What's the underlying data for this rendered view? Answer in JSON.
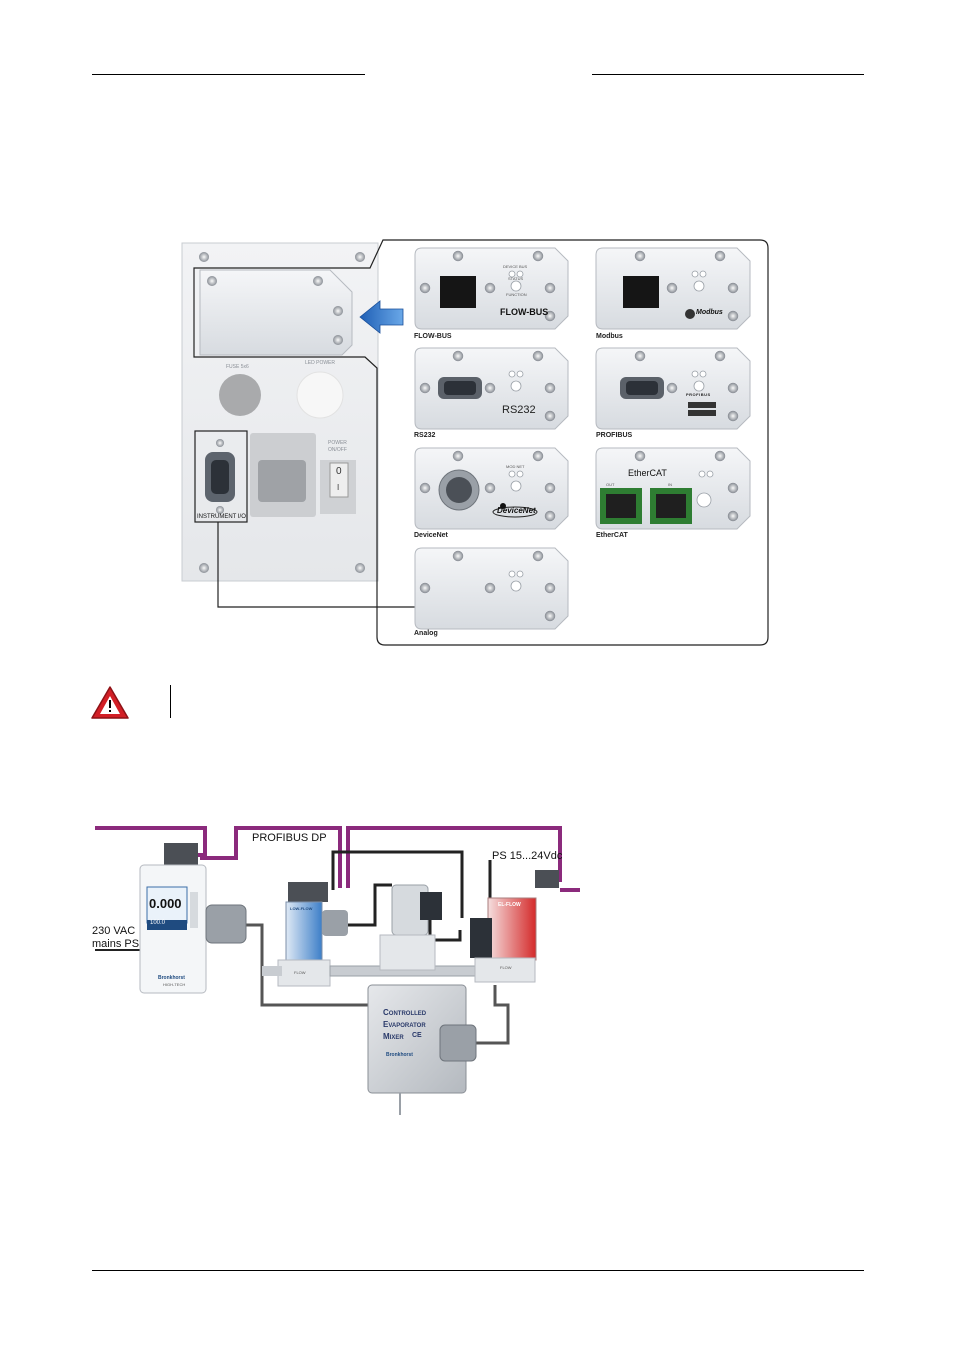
{
  "panel": {
    "fuse_label": "FUSE 5x6",
    "led_label": "LED POWER",
    "power_label": "POWER ON/OFF",
    "switch_on": "0",
    "switch_off": "I",
    "io_label": "INSTRUMENT I/O"
  },
  "modules": [
    {
      "caption": "FLOW-BUS",
      "logo": "FLOW-BUS"
    },
    {
      "caption": "Modbus",
      "logo": "Modbus"
    },
    {
      "caption": "RS232",
      "logo": "RS232"
    },
    {
      "caption": "PROFIBUS",
      "logo": "PROFIBUS"
    },
    {
      "caption": "DeviceNet",
      "logo": "DeviceNet"
    },
    {
      "caption": "EtherCAT",
      "logo": "EtherCAT"
    },
    {
      "caption": "Analog",
      "logo": ""
    }
  ],
  "led_labels": {
    "device_bus": "DEVICE BUS",
    "status": "STATUS",
    "function": "FUNCTION",
    "mod_net": "MOD NET",
    "out": "OUT",
    "in": "IN"
  },
  "system": {
    "profibus_label": "PROFIBUS DP",
    "ps_label": "PS 15...24Vdc",
    "mains_label_1": "230 VAC",
    "mains_label_2": "mains PS",
    "readout_value": "0.000",
    "readout_small": "100.0",
    "lowflow_label": "LOW-FLOW",
    "elflow_label": "EL-FLOW",
    "cem_line1": "Controlled",
    "cem_line2": "Evaporator",
    "cem_line3": "Mixer",
    "cem_mark": "CE",
    "brand": "Bronkhorst",
    "brand_sub": "HIGH-TECH",
    "flow_tag": "FLOW"
  },
  "colors": {
    "profibus_cable": "#8b2a7c",
    "warning_red": "#d21f26"
  }
}
